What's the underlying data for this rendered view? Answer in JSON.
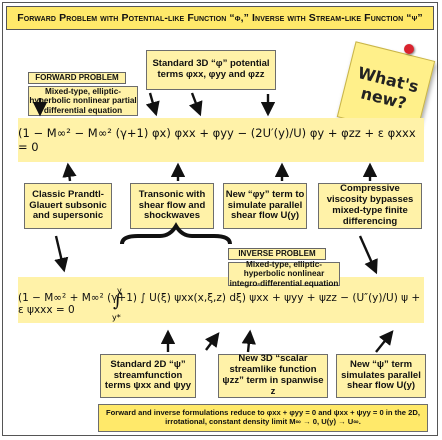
{
  "title": "Forward Problem with Potential-like Function “φ,” Inverse with Stream-like Function “ψ”",
  "top_box": "Standard 3D “φ” potential terms φxx, φyy and φzz",
  "forward_label": "FORWARD PROBLEM",
  "forward_desc": "Mixed-type, elliptic-hyperbolic nonlinear partial differential equation",
  "sticky_note": "What's new?",
  "equation_forward": "(1 − M∞² − M∞² (γ+1) φx) φxx + φyy − (2U′(y)/U) φy + φzz + ε φxxx = 0",
  "middle_boxes": [
    "Classic Prandtl-Glauert subsonic and supersonic",
    "Transonic with shear flow and shockwaves",
    "New “φy” term to simulate parallel shear flow U(y)",
    "Compressive viscosity bypasses mixed-type finite differencing"
  ],
  "inverse_label": "INVERSE PROBLEM",
  "inverse_desc": "Mixed-type, elliptic-hyperbolic nonlinear integro-differential equation",
  "equation_inverse": "(1 − M∞² + M∞² (γ+1) ∫ U(ξ) ψxx(x,ξ,z) dξ) ψxx + ψyy + ψzz − (U″(y)/U) ψ + ε ψxxx = 0",
  "integral_upper": "y",
  "integral_lower": "y*",
  "bottom_boxes": [
    "Standard 2D “ψ” streamfunction terms ψxx and ψyy",
    "New 3D “scalar streamlike function ψzz” term in spanwise z",
    "New “ψ” term simulates parallel shear flow U(y)"
  ],
  "footer": "Forward and inverse formulations reduce to φxx + φyy = 0 and ψxx + ψyy = 0 in the 2D, irrotational, constant density limit M∞ → 0, U(y) → U∞."
}
